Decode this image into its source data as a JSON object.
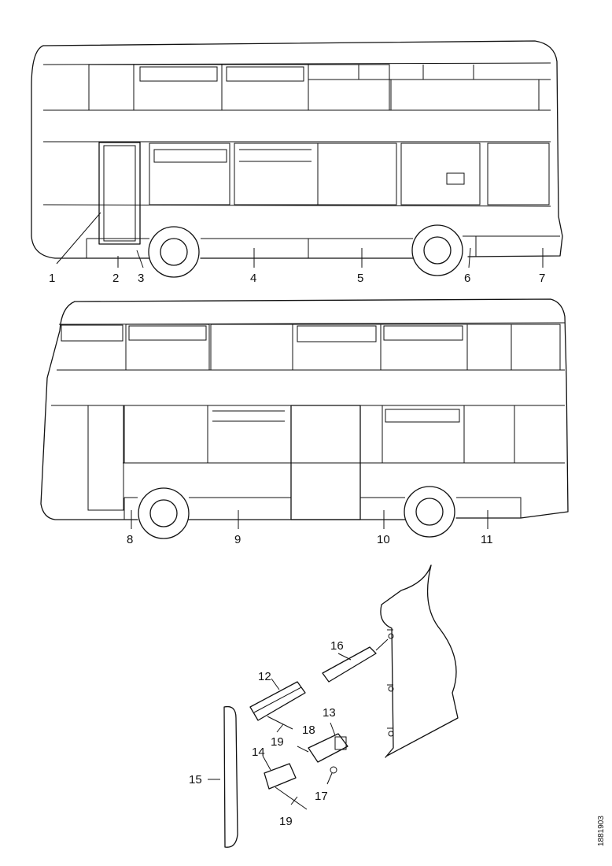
{
  "labels": {
    "l1": "1",
    "l2": "2",
    "l3": "3",
    "l4": "4",
    "l5": "5",
    "l6": "6",
    "l7": "7",
    "l8": "8",
    "l9": "9",
    "l10": "10",
    "l11": "11",
    "l12": "12",
    "l13": "13",
    "l14": "14",
    "l15": "15",
    "l16": "16",
    "l17": "17",
    "l18": "18",
    "l19a": "19",
    "l19b": "19"
  },
  "figure_code": "1881903"
}
